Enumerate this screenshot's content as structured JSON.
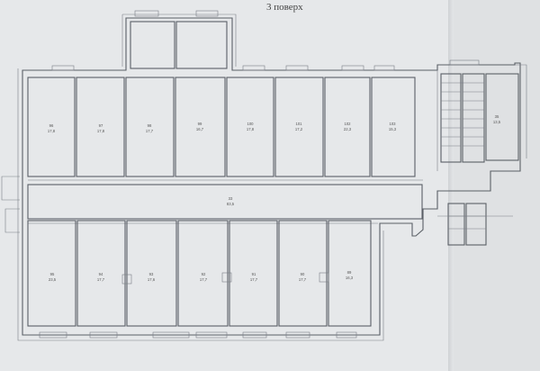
{
  "title": "3 поверх",
  "rooms_top": [
    {
      "id": "96",
      "area": "17,8"
    },
    {
      "id": "97",
      "area": "17,8"
    },
    {
      "id": "98",
      "area": "17,7"
    },
    {
      "id": "99",
      "area": "16,7"
    },
    {
      "id": "100",
      "area": "17,8"
    },
    {
      "id": "101",
      "area": "17,2"
    },
    {
      "id": "102",
      "area": "22,3"
    },
    {
      "id": "103",
      "area": "15,3"
    }
  ],
  "rooms_bottom": [
    {
      "id": "95",
      "area": "23,5"
    },
    {
      "id": "94",
      "area": "17,7"
    },
    {
      "id": "93",
      "area": "17,6"
    },
    {
      "id": "92",
      "area": "17,7"
    },
    {
      "id": "91",
      "area": "17,7"
    },
    {
      "id": "90",
      "area": "17,7"
    },
    {
      "id": "89",
      "area": "16,3"
    }
  ],
  "corridor": {
    "id": "33",
    "area": "83,5"
  },
  "stair_room": {
    "id": "35",
    "area": "13,5"
  }
}
